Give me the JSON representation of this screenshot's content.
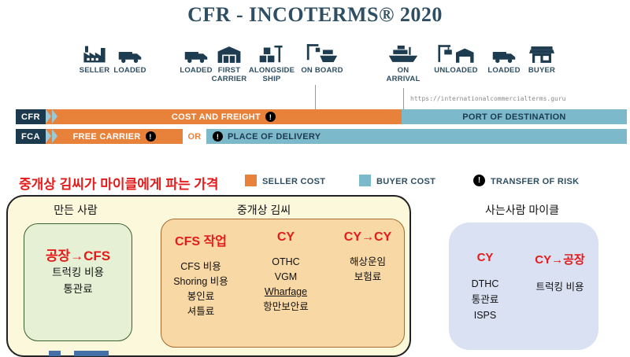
{
  "header": {
    "title": "CFR - INCOTERMS® 2020"
  },
  "url": "https://internationalcommercialterms.guru",
  "timeline": {
    "stages": [
      {
        "label": "SELLER",
        "icon": "factory-icon"
      },
      {
        "label": "LOADED",
        "icon": "truck-icon"
      },
      {
        "label": "LOADED",
        "icon": "truck-icon"
      },
      {
        "label": "FIRST CARRIER",
        "icon": "warehouse-icon"
      },
      {
        "label": "ALONGSIDE SHIP",
        "icon": "cargo-crane-icon"
      },
      {
        "label": "ON BOARD",
        "icon": "ship-loading-icon"
      },
      {
        "label": "ON ARRIVAL",
        "icon": "ship-icon"
      },
      {
        "label": "UNLOADED",
        "icon": "crane-warehouse-icon"
      },
      {
        "label": "LOADED",
        "icon": "truck-icon"
      },
      {
        "label": "BUYER",
        "icon": "store-icon"
      }
    ]
  },
  "bars": {
    "cfr": {
      "code": "CFR",
      "seller_segment": "COST AND FREIGHT",
      "buyer_segment": "PORT OF DESTINATION"
    },
    "fca": {
      "code": "FCA",
      "seller_segment": "FREE CARRIER",
      "or_label": "OR",
      "buyer_segment": "PLACE OF DELIVERY"
    },
    "risk_mark": "!"
  },
  "legend": {
    "note": "중개상 김씨가 마이클에게 파는 가격",
    "seller_cost": "SELLER COST",
    "buyer_cost": "BUYER COST",
    "transfer_of_risk": "TRANSFER OF RISK"
  },
  "groups": {
    "maker": {
      "title": "만든 사람",
      "card": {
        "heading": "공장→CFS",
        "items": [
          "트럭킹 비용",
          "통관료"
        ]
      }
    },
    "middleman": {
      "title": "중개상 김씨",
      "columns": [
        {
          "heading": "CFS 작업",
          "items": [
            "CFS 비용",
            "Shoring 비용",
            "봉인료",
            "셔틀료"
          ]
        },
        {
          "heading": "CY",
          "items": [
            "OTHC",
            "VGM",
            "Wharfage",
            "항만보안료"
          ]
        },
        {
          "heading": "CY→CY",
          "items": [
            "해상운임",
            "보험료"
          ]
        }
      ]
    },
    "buyer": {
      "title": "사는사람 마이클",
      "columns": [
        {
          "heading": "CY",
          "items": [
            "DTHC",
            "통관료",
            "ISPS"
          ]
        },
        {
          "heading": "CY→공장",
          "items": [
            "트럭킹 비용"
          ]
        }
      ]
    }
  },
  "colors": {
    "seller_cost": "#E8823B",
    "buyer_cost": "#7CB9CB",
    "navy": "#1C3A4E",
    "accent_red": "#E51A1A",
    "maker_card_bg": "#E6F0D5",
    "middleman_card_bg": "#F8D8A5",
    "buyer_card_bg": "#D9E1F3",
    "outer_box_bg": "#FCF8DC"
  }
}
